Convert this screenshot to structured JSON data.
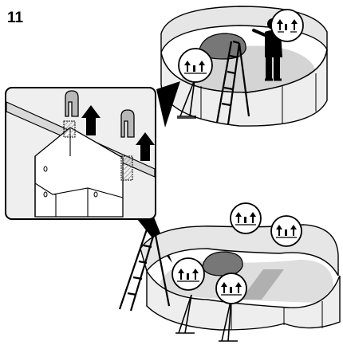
{
  "step": {
    "number": "11"
  },
  "colors": {
    "ink": "#000000",
    "panel": "#efefef",
    "wall": "#e6e6e6",
    "shade": "#cfcfcf",
    "hatch": "#9a9a9a",
    "paper": "#ffffff",
    "floor": "#b9b9b9"
  },
  "icons": [
    "lift-arrow-icon",
    "worker-figure",
    "ladder-icon",
    "pool-wall",
    "magnified-detail-panel",
    "wall-cap-clip-icon",
    "callout-circle-icon",
    "wall-brace"
  ]
}
